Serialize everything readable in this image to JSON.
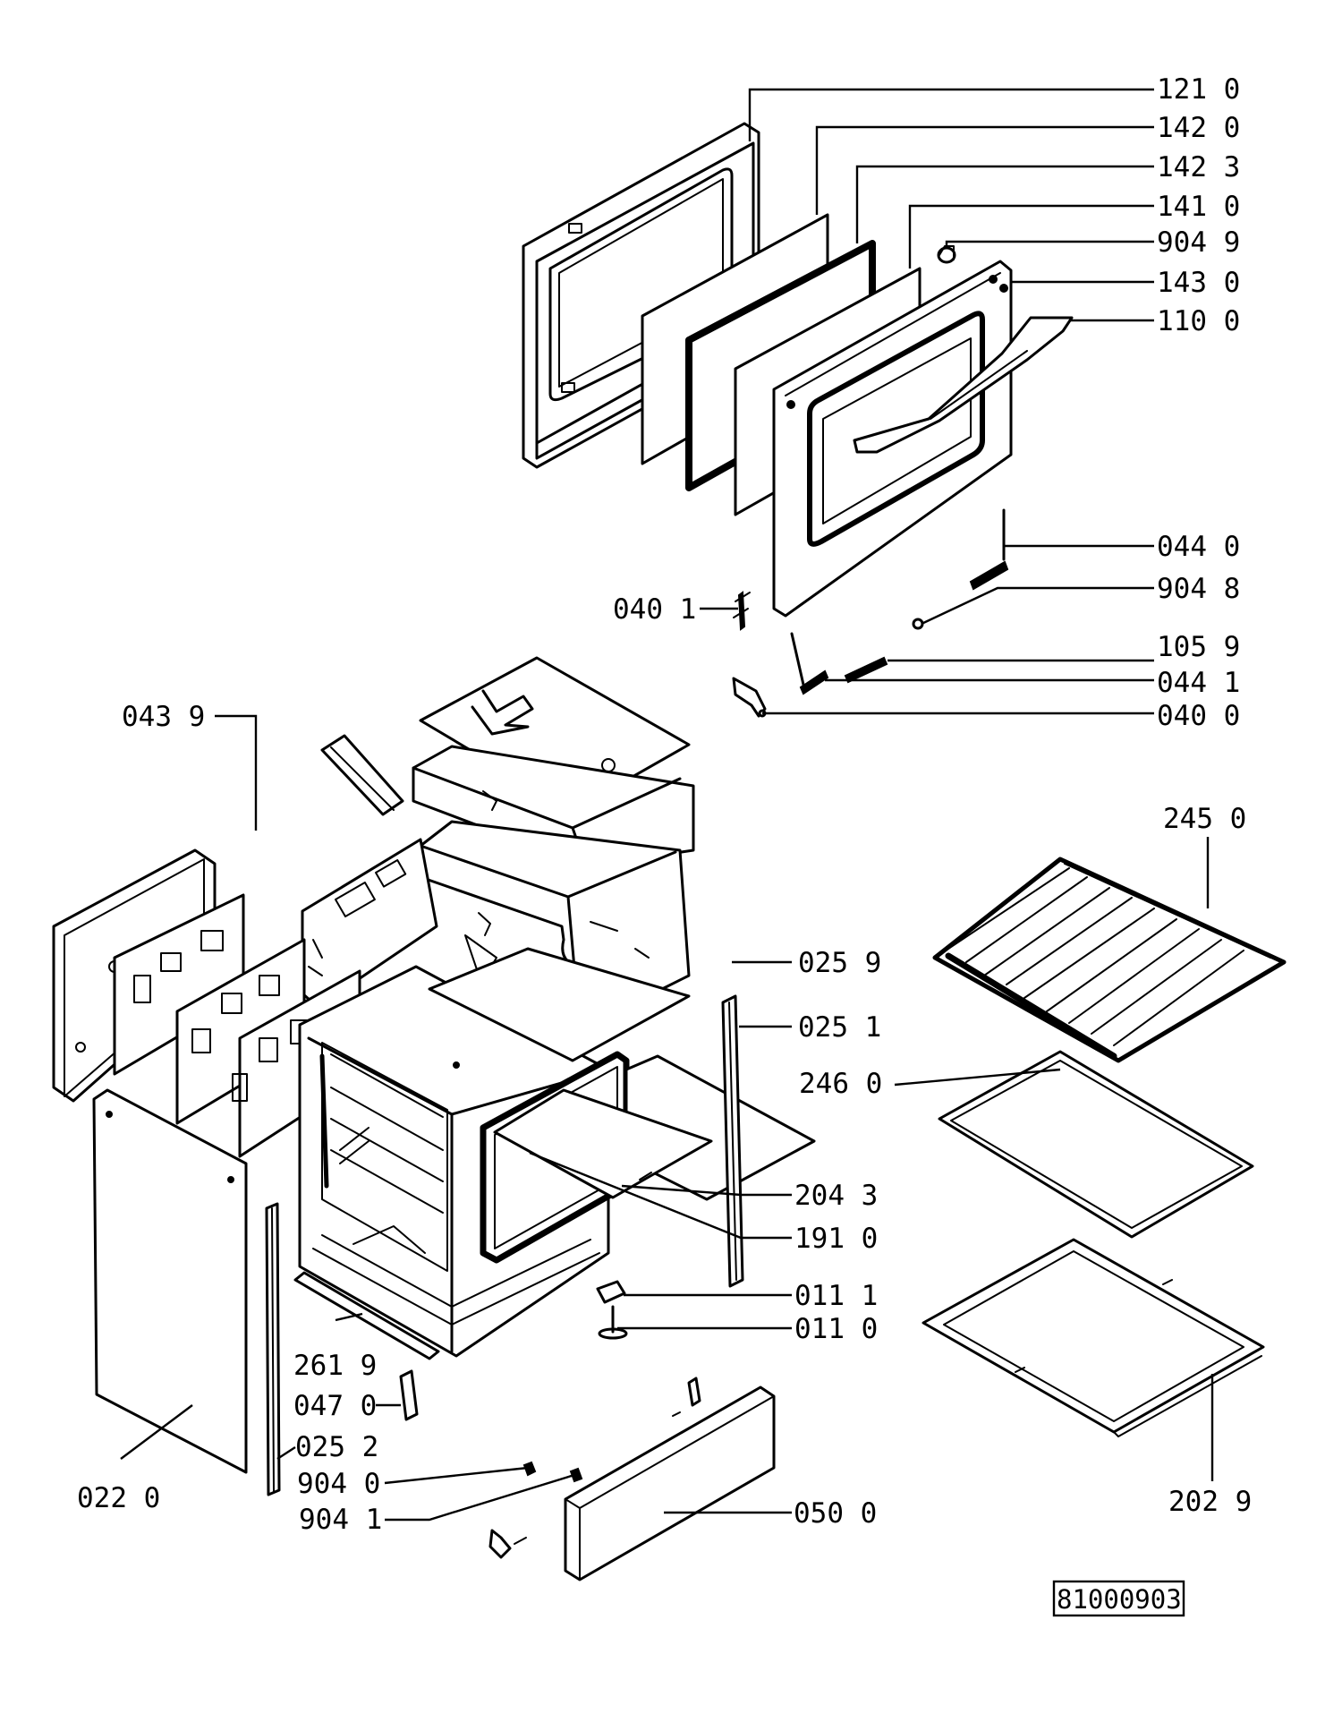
{
  "document_number": "81000903",
  "labels": {
    "l1210": "121 0",
    "l1420": "142 0",
    "l1423": "142 3",
    "l1410": "141 0",
    "l9049": "904 9",
    "l1430": "143 0",
    "l1100": "110 0",
    "l0440": "044 0",
    "l9048": "904 8",
    "l0401": "040 1",
    "l1059": "105 9",
    "l0441": "044 1",
    "l0400": "040 0",
    "l0439": "043 9",
    "l2450": "245 0",
    "l0259": "025 9",
    "l0251": "025 1",
    "l2460": "246 0",
    "l2043": "204 3",
    "l1910": "191 0",
    "l0111": "011 1",
    "l0110": "011 0",
    "l2619": "261 9",
    "l0470": "047 0",
    "l0252": "025 2",
    "l9040": "904 0",
    "l9041": "904 1",
    "l0220": "022 0",
    "l0500": "050 0",
    "l2029": "202 9"
  }
}
